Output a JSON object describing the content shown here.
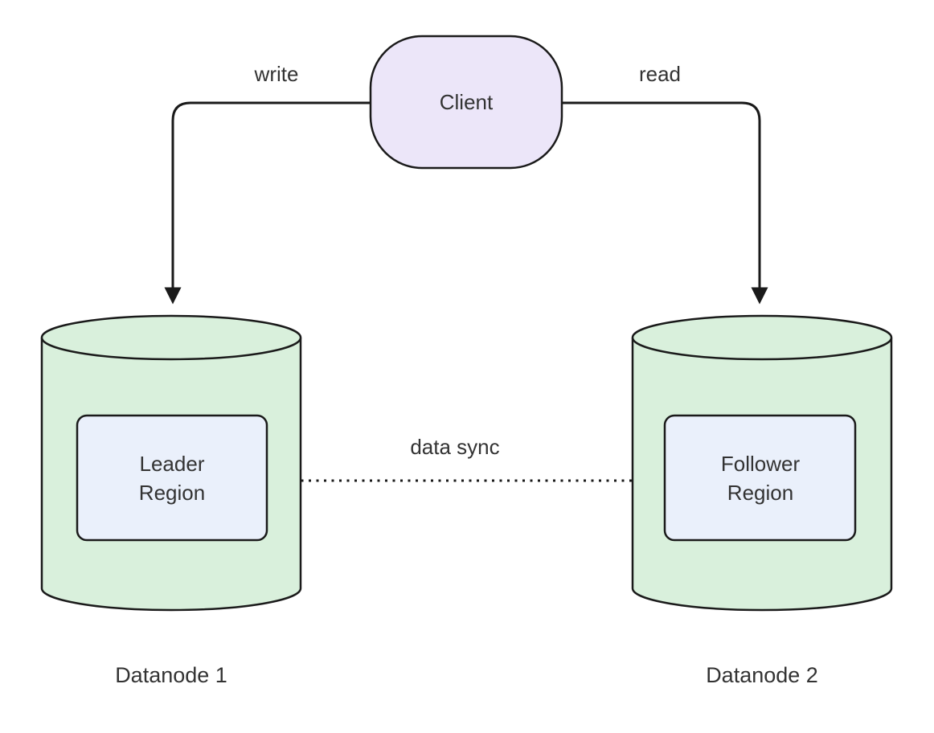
{
  "palette": {
    "background": "#FFFFFF",
    "stroke": "#1A1A1A",
    "text": "#333333",
    "client_fill": "#ECE6F9",
    "datanode_fill": "#D9F0DC",
    "region_fill": "#EAF0FB"
  },
  "nodes": {
    "client": {
      "label": "Client"
    },
    "datanode1": {
      "caption": "Datanode 1",
      "region": {
        "line1": "Leader",
        "line2": "Region"
      }
    },
    "datanode2": {
      "caption": "Datanode 2",
      "region": {
        "line1": "Follower",
        "line2": "Region"
      }
    }
  },
  "edges": {
    "write": {
      "label": "write",
      "style": "solid-arrow"
    },
    "read": {
      "label": "read",
      "style": "solid-arrow"
    },
    "data_sync": {
      "label": "data sync",
      "style": "dotted-arrow"
    }
  }
}
